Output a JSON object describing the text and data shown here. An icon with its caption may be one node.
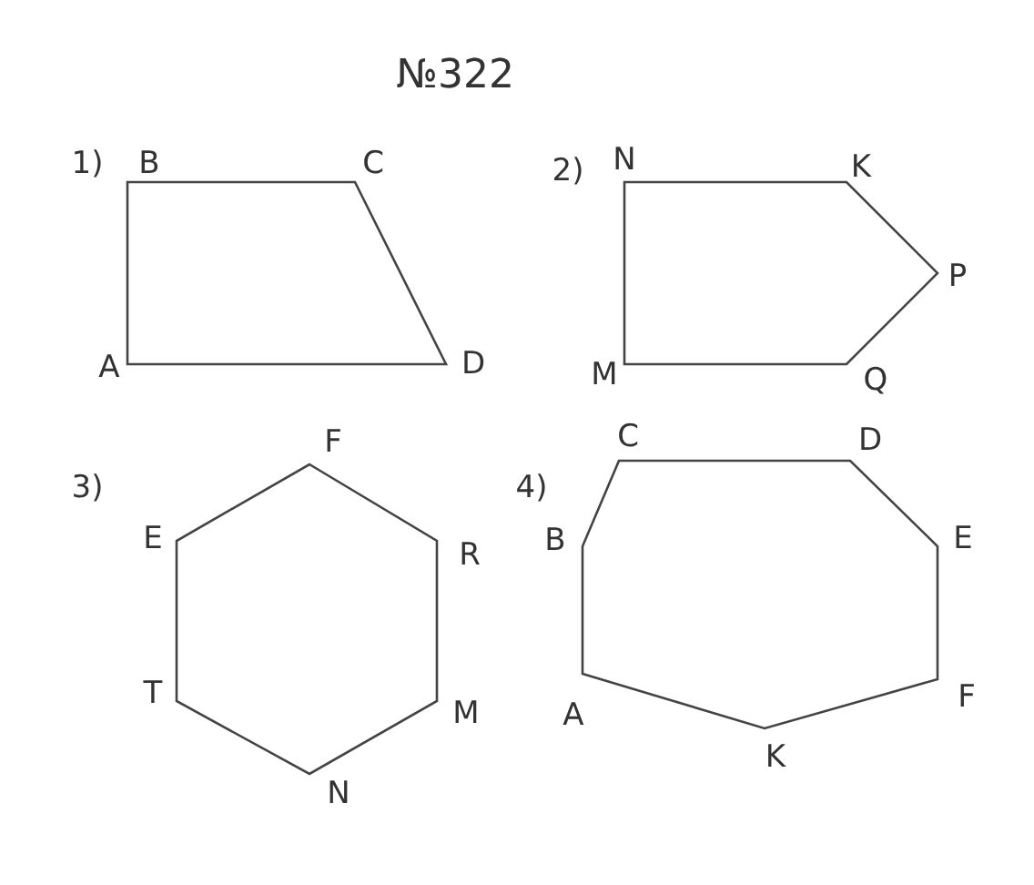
{
  "diagram": {
    "title": "№322",
    "labels": [
      "1)",
      "B",
      "C",
      "A",
      "D",
      "2)",
      "N",
      "K",
      "P",
      "M",
      "Q",
      "3)",
      "F",
      "E",
      "R",
      "T",
      "M",
      "N",
      "4)",
      "C",
      "D",
      "B",
      "E",
      "A",
      "F",
      "K"
    ]
  }
}
